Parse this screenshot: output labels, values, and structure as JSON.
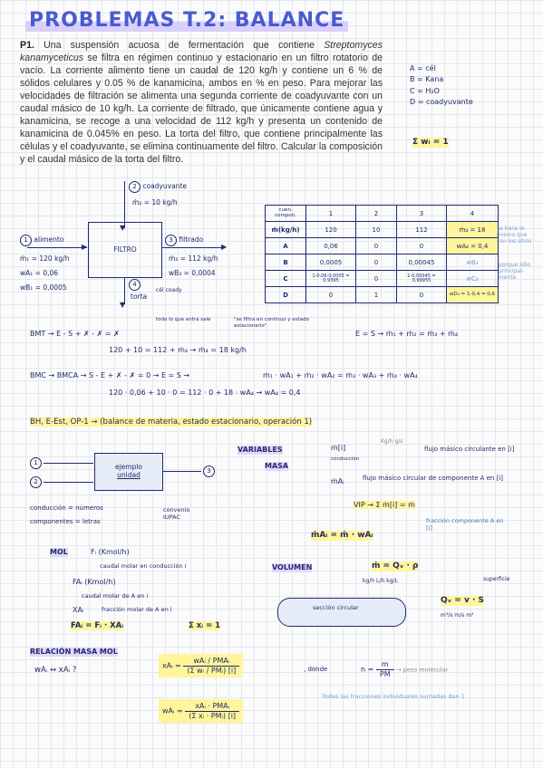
{
  "title": "PROBLEMAS T.2: BALANCE",
  "problem": {
    "label": "P1.",
    "text_1": " Una suspensión acuosa de fermentación que contiene ",
    "organism": "Streptomyces kanamyceticus",
    "text_2": " se filtra en régimen continuo y estacionario en un filtro rotatorio de vacío. La corriente alimento tiene un caudal de 120 kg/h y contiene un 6 % de sólidos celulares y 0.05 % de kanamicina, ambos en % en peso. Para mejorar las velocidades de filtración se alimenta una segunda corriente de coadyuvante con un caudal másico de 10 kg/h. La corriente de filtrado, que únicamente contiene agua y kanamicina, se recoge a una velocidad de 112 kg/h y presenta un contenido de kanamicina de 0.045% en peso. La torta del filtro, que contiene principalmente las células y el coadyuvante, se elimina continuamente del filtro. Calcular la composición y el caudal másico de la torta del filtro."
  },
  "legend": [
    "A = cél",
    "B = Kana",
    "C = H₂O",
    "D = coadyuvante"
  ],
  "legend_sum": "Σ wᵢ = 1",
  "diagram": {
    "filter_label": "FILTRO",
    "s1": {
      "num": "1",
      "name": "alimento",
      "m": "ṁ₁ = 120 kg/h",
      "wa": "wA₁ = 0,06",
      "wb": "wB₁ = 0,0005"
    },
    "s2": {
      "num": "2",
      "name": "coadyuvante",
      "m": "ṁ₂ = 10 kg/h"
    },
    "s3": {
      "num": "3",
      "name": "filtrado",
      "m": "ṁ₃ = 112 kg/h",
      "wb": "wB₃ = 0,0004"
    },
    "s4": {
      "num": "4",
      "name": "torta",
      "sub": "cél coady"
    }
  },
  "table": {
    "header_corner_top": "cuen.",
    "header_corner_bottom": "compon.",
    "cols": [
      "1",
      "2",
      "3",
      "4"
    ],
    "rows": [
      {
        "h": "ṁ(kg/h)",
        "c": [
          "120",
          "10",
          "112",
          "ṁ₄ = 18"
        ]
      },
      {
        "h": "A",
        "c": [
          "0,06",
          "0",
          "0",
          "wA₄ = 0,4"
        ]
      },
      {
        "h": "B",
        "c": [
          "0,0005",
          "0",
          "0,00045",
          "wB₄"
        ]
      },
      {
        "h": "C",
        "c": [
          "1-0,06-0,0005 = 0,9395",
          "0",
          "1-0,00045 = 0,99955",
          "wC₄"
        ]
      },
      {
        "h": "D",
        "c": [
          "0",
          "1",
          "0",
          "wD₄ = 1-0,4 = 0,6"
        ]
      }
    ],
    "note_1": "se hace lo mismo que con los otros",
    "note_2": "porque sólo principal-mente"
  },
  "bmt": {
    "lhs": "BMT → E - S + ✗ - ✗ = ✗",
    "note": "todo lo que entra sale",
    "quote": "\"se filtra en continuo y estado estacionario\"",
    "eq": "E = S → ṁ₁ + ṁ₂ = ṁ₃ + ṁ₄",
    "calc": "120 + 10 = 112 + ṁ₄ → ṁ₄ = 18 kg/h"
  },
  "bmc": {
    "lhs": "BMC → BMCA → S - E + ✗ - ✗ = 0 → E = S →",
    "eq": "ṁ₁ · wA₁ + ṁ₂ · wA₂ = ṁ₃ · wA₃ + ṁ₄ · wA₄",
    "calc": "120 · 0,06 + 10 · 0 = 112 · 0 + 18 · wA₄ → wA₄ = 0,4"
  },
  "bh_line": "BH, E-Est, OP-1 → (balance de materia, estado estacionario, operación 1)",
  "variables": {
    "label": "VARIABLES",
    "masa": "MASA",
    "volumen": "VOLUMEN",
    "mol": "MOL",
    "example_box": "ejemplo",
    "example_sub": "unidad",
    "flujo_1": "flujo másico circulante en [i]",
    "flujo_2": "flujo másico circular de componente A en [i]",
    "mci": "ṁ[i]",
    "mai": "ṁAᵢ",
    "units": "Kg/h g/s",
    "conduccion_label": "conducción",
    "vip": "VIP → Σ ṁ[i] = ṁ",
    "mai_eq": "ṁAᵢ = ṁ · wAᵢ",
    "fraccion": "fracción componente A en [i]",
    "conduc_numeros": "conducción = números",
    "comp_letras": "componentes = letras",
    "convenio": "convenio IUPAC",
    "fi": "Fᵢ (Kmol/h)",
    "fi_desc": "caudal molar en conducción i",
    "fai": "FAᵢ (Kmol/h)",
    "fai_desc": "caudal molar de A en i",
    "xai": "XAᵢ",
    "xai_desc": "fracción molar de A en i",
    "fai_eq": "FAᵢ = Fᵢ · XAᵢ",
    "sum_x": "Σ xᵢ = 1",
    "vol_eq": "ṁ = Qᵥ · ρ",
    "vol_units": "kg/h   L/h   kg/L",
    "q_eq": "Qᵥ = v · S",
    "q_units": "m³/s   m/s   m²",
    "superficie": "superficie",
    "seccion": "sección circular"
  },
  "relacion": {
    "title": "RELACIÓN MASA MOL",
    "lhs": "wAᵢ ↔ xAᵢ ?",
    "xai_lbl": "xAᵢ =",
    "x_num": "wAᵢ / PMAᵢ",
    "x_den": "(Σ wᵢ / PMᵢ) [i]",
    "wai_lbl": "wAᵢ =",
    "w_num": "xAᵢ · PMAᵢ",
    "w_den": "(Σ xᵢ · PMᵢ) [i]",
    "donde": ", donde",
    "n_eq": "n =",
    "n_num": "m",
    "n_den": "PM",
    "pm_note": "→ peso molecular",
    "note": "Todas las fracciones individuales sumadas dan 1"
  }
}
